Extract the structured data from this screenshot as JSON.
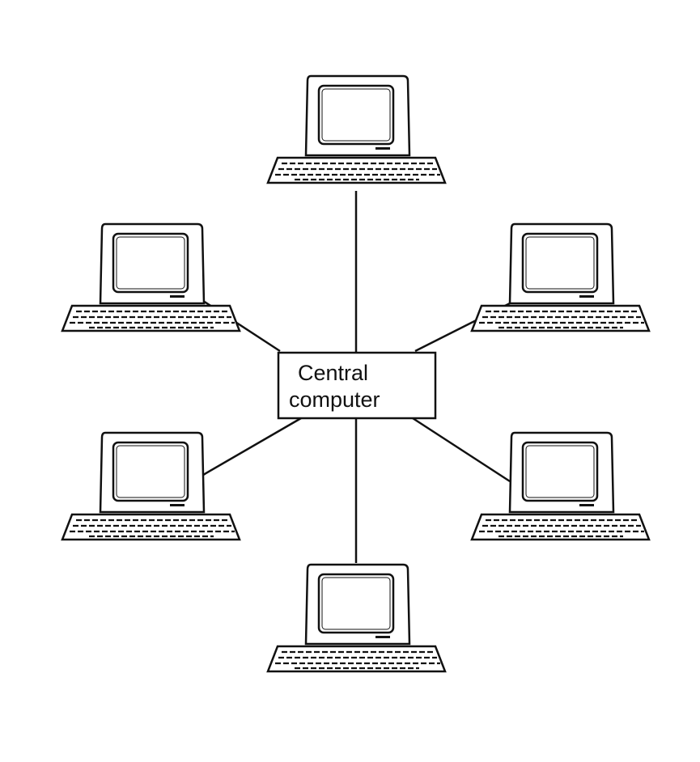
{
  "diagram": {
    "type": "star-network",
    "center_label": {
      "line1": "Central",
      "line2": "computer"
    },
    "terminals": [
      {
        "id": "top"
      },
      {
        "id": "upper-left"
      },
      {
        "id": "upper-right"
      },
      {
        "id": "lower-left"
      },
      {
        "id": "lower-right"
      },
      {
        "id": "bottom"
      }
    ],
    "colors": {
      "ink": "#111111",
      "paper": "#ffffff"
    }
  }
}
